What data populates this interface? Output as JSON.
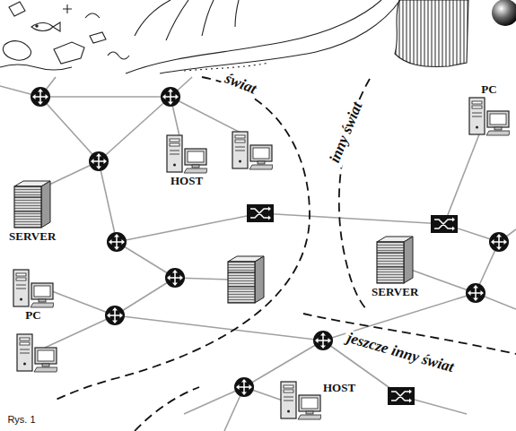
{
  "diagram": {
    "nodes": [
      {
        "text": [
          "HOST"
        ]
      },
      {
        "text": [
          "SERVER"
        ]
      },
      {
        "text": [
          "PC"
        ]
      },
      {
        "text": [
          "PC"
        ]
      },
      {
        "text": [
          "SERVER"
        ]
      },
      {
        "text": [
          "HOST"
        ]
      }
    ],
    "labels": [
      "świat",
      "inny świat",
      "jeszcze inny świat",
      "Rys. 1"
    ]
  }
}
